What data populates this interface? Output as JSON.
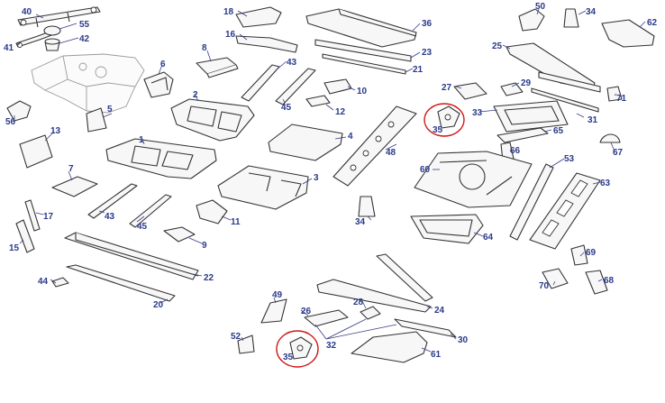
{
  "diagram": {
    "accent_color": "#2a3a8a",
    "highlight_color": "#d01818",
    "labels": [
      {
        "id": "40",
        "text": "40"
      },
      {
        "id": "55",
        "text": "55"
      },
      {
        "id": "42",
        "text": "42"
      },
      {
        "id": "41",
        "text": "41"
      },
      {
        "id": "56",
        "text": "56"
      },
      {
        "id": "13",
        "text": "13"
      },
      {
        "id": "5",
        "text": "5"
      },
      {
        "id": "6",
        "text": "6"
      },
      {
        "id": "8",
        "text": "8"
      },
      {
        "id": "18",
        "text": "18"
      },
      {
        "id": "16",
        "text": "16"
      },
      {
        "id": "36",
        "text": "36"
      },
      {
        "id": "23",
        "text": "23"
      },
      {
        "id": "21",
        "text": "21"
      },
      {
        "id": "43a",
        "text": "43"
      },
      {
        "id": "45a",
        "text": "45"
      },
      {
        "id": "10",
        "text": "10"
      },
      {
        "id": "12",
        "text": "12"
      },
      {
        "id": "2",
        "text": "2"
      },
      {
        "id": "1",
        "text": "1"
      },
      {
        "id": "4",
        "text": "4"
      },
      {
        "id": "3",
        "text": "3"
      },
      {
        "id": "48",
        "text": "48"
      },
      {
        "id": "7",
        "text": "7"
      },
      {
        "id": "43b",
        "text": "43"
      },
      {
        "id": "45b",
        "text": "45"
      },
      {
        "id": "11",
        "text": "11"
      },
      {
        "id": "9",
        "text": "9"
      },
      {
        "id": "17",
        "text": "17"
      },
      {
        "id": "15",
        "text": "15"
      },
      {
        "id": "22",
        "text": "22"
      },
      {
        "id": "44",
        "text": "44"
      },
      {
        "id": "20",
        "text": "20"
      },
      {
        "id": "50",
        "text": "50"
      },
      {
        "id": "34a",
        "text": "34"
      },
      {
        "id": "62",
        "text": "62"
      },
      {
        "id": "25",
        "text": "25"
      },
      {
        "id": "27",
        "text": "27"
      },
      {
        "id": "29",
        "text": "29"
      },
      {
        "id": "33",
        "text": "33"
      },
      {
        "id": "71",
        "text": "71"
      },
      {
        "id": "31",
        "text": "31"
      },
      {
        "id": "35a",
        "text": "35"
      },
      {
        "id": "65",
        "text": "65"
      },
      {
        "id": "66",
        "text": "66"
      },
      {
        "id": "67",
        "text": "67"
      },
      {
        "id": "53",
        "text": "53"
      },
      {
        "id": "60",
        "text": "60"
      },
      {
        "id": "63",
        "text": "63"
      },
      {
        "id": "34b",
        "text": "34"
      },
      {
        "id": "64",
        "text": "64"
      },
      {
        "id": "69",
        "text": "69"
      },
      {
        "id": "70",
        "text": "70"
      },
      {
        "id": "68",
        "text": "68"
      },
      {
        "id": "49",
        "text": "49"
      },
      {
        "id": "26",
        "text": "26"
      },
      {
        "id": "28",
        "text": "28"
      },
      {
        "id": "24",
        "text": "24"
      },
      {
        "id": "52",
        "text": "52"
      },
      {
        "id": "32",
        "text": "32"
      },
      {
        "id": "30",
        "text": "30"
      },
      {
        "id": "35b",
        "text": "35"
      },
      {
        "id": "61",
        "text": "61"
      }
    ]
  }
}
